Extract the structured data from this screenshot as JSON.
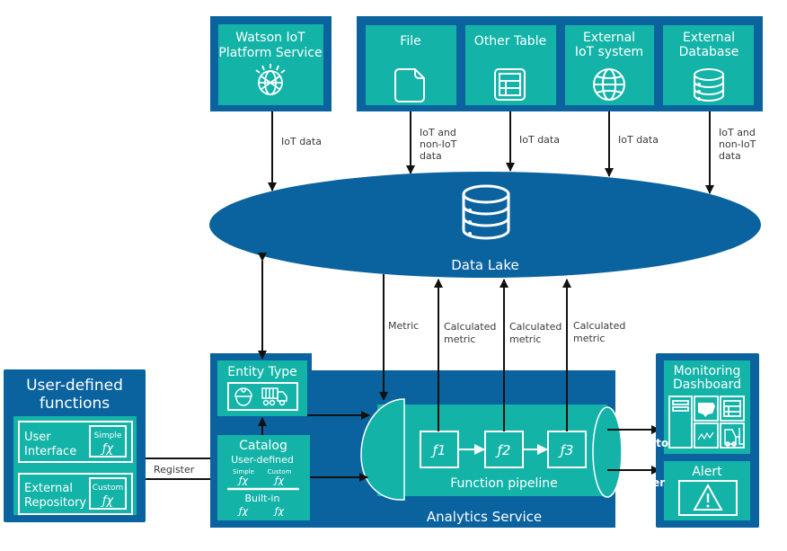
{
  "colors": {
    "dark_blue": "#0a639e",
    "teal": "#13b3a8",
    "white": "#ffffff",
    "arrow": "#111111",
    "edge_label": "#3a3a3a"
  },
  "sources": {
    "watson": {
      "label_line1": "Watson IoT",
      "label_line2": "Platform Service",
      "icon": "watson-globe-icon"
    },
    "group": [
      {
        "label_line1": "File",
        "label_line2": "",
        "icon": "file-icon"
      },
      {
        "label_line1": "Other Table",
        "label_line2": "",
        "icon": "table-icon"
      },
      {
        "label_line1": "External",
        "label_line2": "IoT system",
        "icon": "globe-icon"
      },
      {
        "label_line1": "External",
        "label_line2": "Database",
        "icon": "database-icon"
      }
    ]
  },
  "edges_in": [
    {
      "line1": "IoT data",
      "line2": "",
      "line3": ""
    },
    {
      "line1": "IoT and",
      "line2": "non-IoT",
      "line3": "data"
    },
    {
      "line1": "IoT data",
      "line2": "",
      "line3": ""
    },
    {
      "line1": "IoT data",
      "line2": "",
      "line3": ""
    },
    {
      "line1": "IoT and",
      "line2": "non-IoT",
      "line3": "data"
    }
  ],
  "data_lake": {
    "label": "Data Lake",
    "icon": "database-icon"
  },
  "edges_out": {
    "metric": "Metric",
    "calculated": [
      {
        "line1": "Calculated",
        "line2": "metric"
      },
      {
        "line1": "Calculated",
        "line2": "metric"
      },
      {
        "line1": "Calculated",
        "line2": "metric"
      }
    ]
  },
  "user_defined": {
    "title_line1": "User-defined",
    "title_line2": "functions",
    "items": [
      {
        "label_line1": "User",
        "label_line2": "Interface",
        "badge": "Simple",
        "fx": "ƒχ"
      },
      {
        "label_line1": "External",
        "label_line2": "Repository",
        "badge": "Custom",
        "fx": "ƒχ"
      }
    ],
    "register_label": "Register"
  },
  "analytics": {
    "title": "Analytics Service",
    "entity_type": {
      "title": "Entity Type",
      "icons": [
        "worker-helmet-icon",
        "truck-icon"
      ]
    },
    "catalog": {
      "title": "Catalog",
      "user_defined": "User-defined",
      "simple": "Simple",
      "custom": "Custom",
      "fx": "ƒχ",
      "built_in": "Built-in"
    },
    "pipeline": {
      "label": "Function pipeline",
      "functions": [
        "ƒ1",
        "ƒ2",
        "ƒ3"
      ]
    },
    "send_to": "Send to",
    "trigger": "Trigger"
  },
  "outputs": {
    "dashboard": {
      "title_line1": "Monitoring",
      "title_line2": "Dashboard"
    },
    "alert": {
      "title": "Alert",
      "icon": "warning-icon"
    }
  }
}
